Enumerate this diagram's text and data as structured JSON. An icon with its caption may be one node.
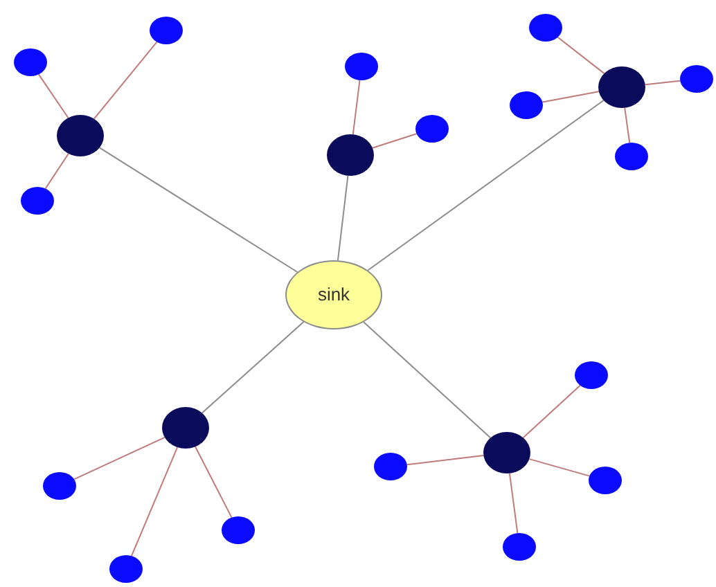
{
  "diagram": {
    "nodes": [
      {
        "text": [
          "sink"
        ]
      },
      {
        "text": [],
        "shape": "circle"
      },
      {
        "text": [],
        "shape": "circle"
      },
      {
        "text": [],
        "shape": "circle"
      },
      {
        "text": [],
        "shape": "circle"
      },
      {
        "text": [],
        "shape": "circle"
      },
      {
        "text": [],
        "shape": "circle"
      },
      {
        "text": [],
        "shape": "circle"
      },
      {
        "text": [],
        "shape": "circle"
      },
      {
        "text": [],
        "shape": "circle"
      },
      {
        "text": [],
        "shape": "circle"
      },
      {
        "text": [],
        "shape": "circle"
      },
      {
        "text": [],
        "shape": "circle"
      },
      {
        "text": [],
        "shape": "circle"
      },
      {
        "text": [],
        "shape": "circle"
      },
      {
        "text": [],
        "shape": "circle"
      },
      {
        "text": [],
        "shape": "circle"
      },
      {
        "text": [],
        "shape": "circle"
      },
      {
        "text": [],
        "shape": "circle"
      },
      {
        "text": [],
        "shape": "circle"
      },
      {
        "text": [],
        "shape": "circle"
      },
      {
        "text": [],
        "shape": "circle"
      }
    ],
    "edges": [
      {
        "from": 0,
        "to": 1,
        "arrow": "none",
        "color": "#8c8c8c"
      },
      {
        "from": 0,
        "to": 2,
        "arrow": "none",
        "color": "#8c8c8c"
      },
      {
        "from": 0,
        "to": 3,
        "arrow": "none",
        "color": "#8c8c8c"
      },
      {
        "from": 0,
        "to": 4,
        "arrow": "none",
        "color": "#8c8c8c"
      },
      {
        "from": 0,
        "to": 5,
        "arrow": "none",
        "color": "#8c8c8c"
      },
      {
        "from": 1,
        "to": 6,
        "arrow": "none"
      },
      {
        "from": 1,
        "to": 7,
        "arrow": "none"
      },
      {
        "from": 1,
        "to": 8,
        "arrow": "none"
      },
      {
        "from": 2,
        "to": 9,
        "arrow": "none"
      },
      {
        "from": 2,
        "to": 10,
        "arrow": "none"
      },
      {
        "from": 3,
        "to": 11,
        "arrow": "none"
      },
      {
        "from": 3,
        "to": 12,
        "arrow": "none"
      },
      {
        "from": 3,
        "to": 13,
        "arrow": "none"
      },
      {
        "from": 3,
        "to": 14,
        "arrow": "none"
      },
      {
        "from": 4,
        "to": 15,
        "arrow": "none"
      },
      {
        "from": 4,
        "to": 16,
        "arrow": "none"
      },
      {
        "from": 4,
        "to": 17,
        "arrow": "none"
      },
      {
        "from": 5,
        "to": 18,
        "arrow": "none"
      },
      {
        "from": 5,
        "to": 19,
        "arrow": "none"
      },
      {
        "from": 5,
        "to": 20,
        "arrow": "none"
      },
      {
        "from": 5,
        "to": 21,
        "arrow": "none"
      }
    ]
  }
}
